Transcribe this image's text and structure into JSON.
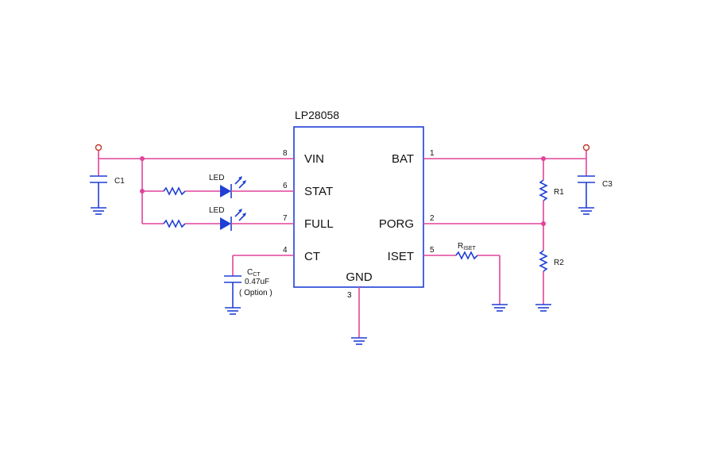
{
  "chip": {
    "name": "LP28058",
    "pins": {
      "vin": {
        "num": "8",
        "name": "VIN"
      },
      "stat": {
        "num": "6",
        "name": "STAT"
      },
      "full": {
        "num": "7",
        "name": "FULL"
      },
      "ct": {
        "num": "4",
        "name": "CT"
      },
      "bat": {
        "num": "1",
        "name": "BAT"
      },
      "porg": {
        "num": "2",
        "name": "PORG"
      },
      "iset": {
        "num": "5",
        "name": "ISET"
      },
      "gnd": {
        "num": "3",
        "name": "GND"
      }
    }
  },
  "components": {
    "c1": "C1",
    "c3": "C3",
    "r1": "R1",
    "r2": "R2",
    "led_stat": "LED",
    "led_full": "LED",
    "cct_name": "C",
    "cct_sub": "CT",
    "cct_value": "0.47uF",
    "cct_option": "( Option )",
    "riset_name": "R",
    "riset_sub": "ISET"
  },
  "colors": {
    "wire": "#e0449a",
    "component": "#1f3fd6",
    "terminal": "#c0392b"
  }
}
